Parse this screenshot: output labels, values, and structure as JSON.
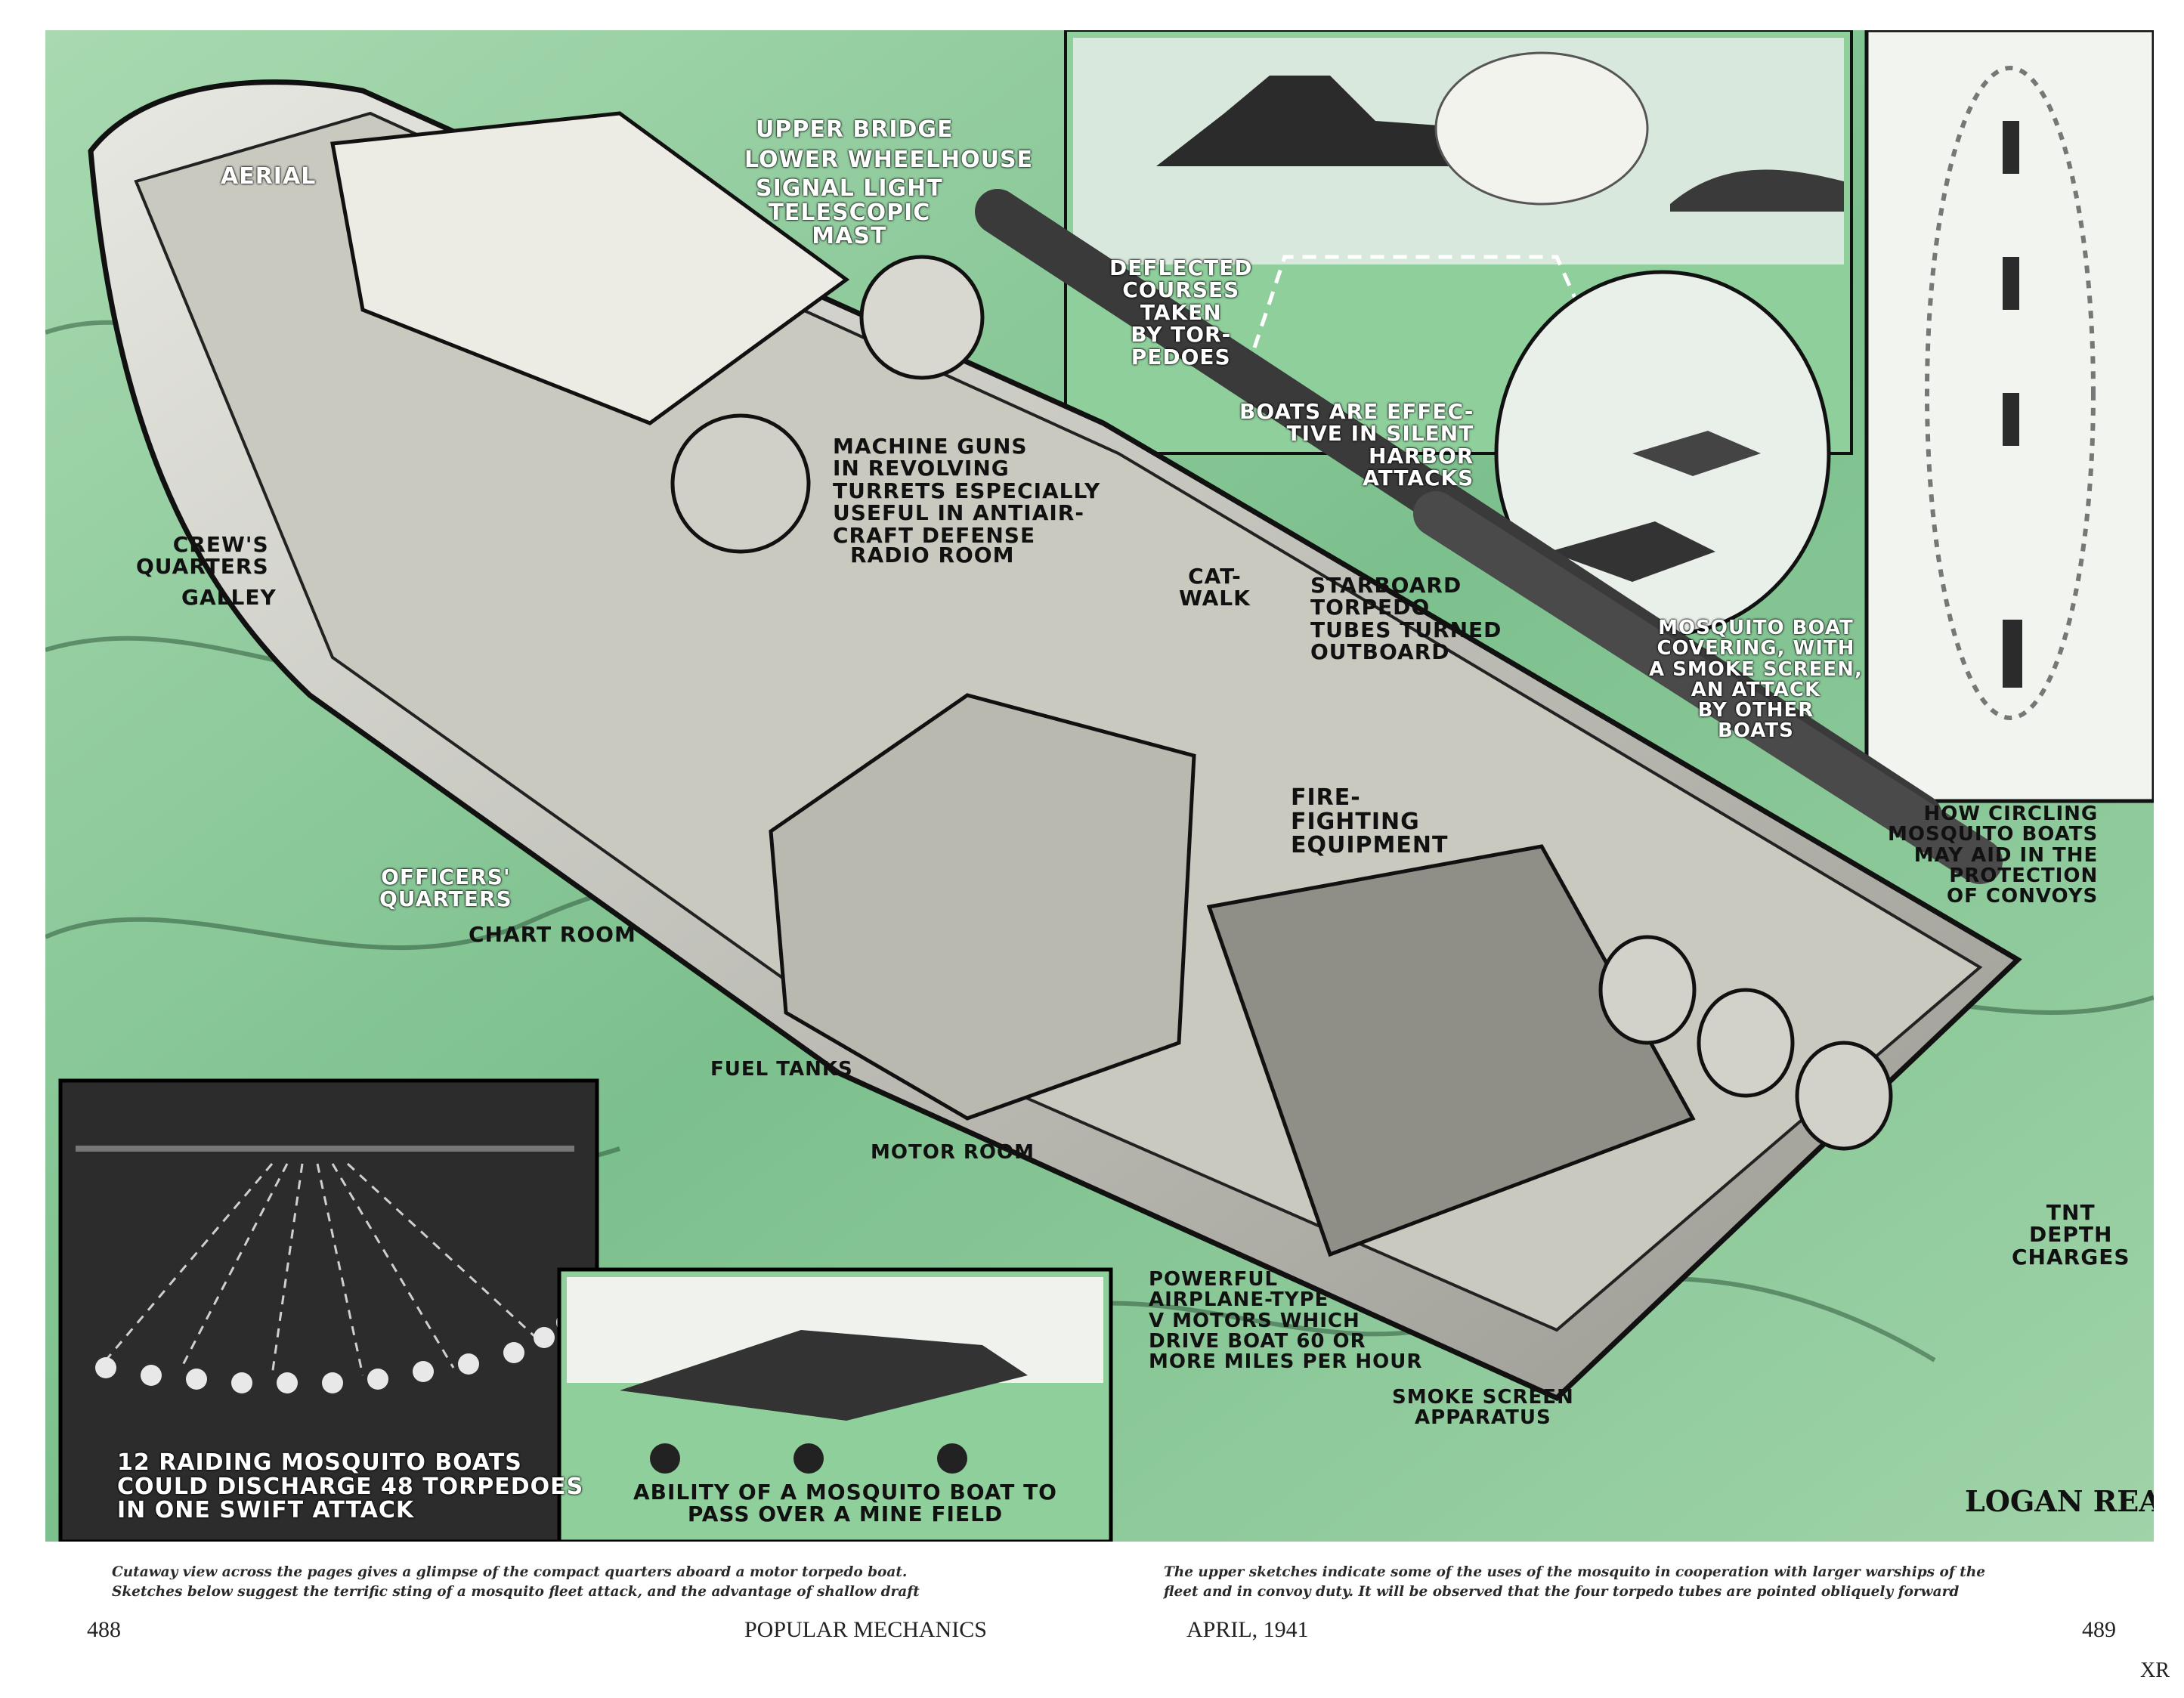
{
  "labels": {
    "aerial": "AERIAL",
    "upper_bridge": "UPPER BRIDGE",
    "lower_wheelhouse": "LOWER WHEELHOUSE",
    "signal_light": "SIGNAL LIGHT\nTELESCOPIC\nMAST",
    "deflected": "DEFLECTED\nCOURSES\nTAKEN\nBY TOR-\nPEDOES",
    "boats_effective": "BOATS ARE EFFEC-\nTIVE IN SILENT\nHARBOR\nATTACKS",
    "machine_guns": "MACHINE GUNS\nIN REVOLVING\nTURRETS ESPECIALLY\nUSEFUL IN ANTIAIR-\nCRAFT DEFENSE",
    "crews_quarters": "CREW'S\nQUARTERS",
    "galley": "GALLEY",
    "radio_room": "RADIO ROOM",
    "cat_walk": "CAT-\nWALK",
    "starboard": "STARBOARD\nTORPEDO\nTUBES TURNED\nOUTBOARD",
    "mosquito_covering": "MOSQUITO BOAT\nCOVERING, WITH\nA SMOKE SCREEN,\nAN ATTACK\nBY OTHER\nBOATS",
    "circling": "HOW CIRCLING\nMOSQUITO BOATS\nMAY AID IN THE\nPROTECTION\nOF CONVOYS",
    "fire_fighting": "FIRE-\nFIGHTING\nEQUIPMENT",
    "officers": "OFFICERS'\nQUARTERS",
    "chart_room": "CHART ROOM",
    "fuel_tanks": "FUEL TANKS",
    "motor_room": "MOTOR ROOM",
    "tnt": "TNT\nDEPTH\nCHARGES",
    "powerful": "POWERFUL\nAIRPLANE-TYPE\nV MOTORS WHICH\nDRIVE BOAT 60 OR\nMORE MILES PER HOUR",
    "smoke_screen": "SMOKE SCREEN\nAPPARATUS",
    "raiding": "12 RAIDING MOSQUITO BOATS\nCOULD DISCHARGE 48 TORPEDOES\nIN ONE SWIFT ATTACK",
    "mine_field": "ABILITY OF A MOSQUITO BOAT TO\nPASS OVER A MINE FIELD"
  },
  "signature": "LOGAN REA",
  "captions": {
    "left": "Cutaway view across the pages gives a glimpse of the compact quarters aboard a motor torpedo boat.\nSketches below suggest the terrific sting of a mosquito fleet attack, and the advantage of shallow draft",
    "right": "The upper sketches indicate some of the uses of the mosquito in cooperation with larger warships of the\nfleet and in convoy duty.  It will be observed that the four torpedo tubes are pointed obliquely forward"
  },
  "footer": {
    "page_left": "488",
    "magazine": "POPULAR MECHANICS",
    "date": "APRIL, 1941",
    "page_right": "489",
    "corner_mark": "XR"
  },
  "colors": {
    "sea_green": "#9fd3a8",
    "panel_green": "#8fcf9c",
    "ink": "#1a1a1a"
  }
}
